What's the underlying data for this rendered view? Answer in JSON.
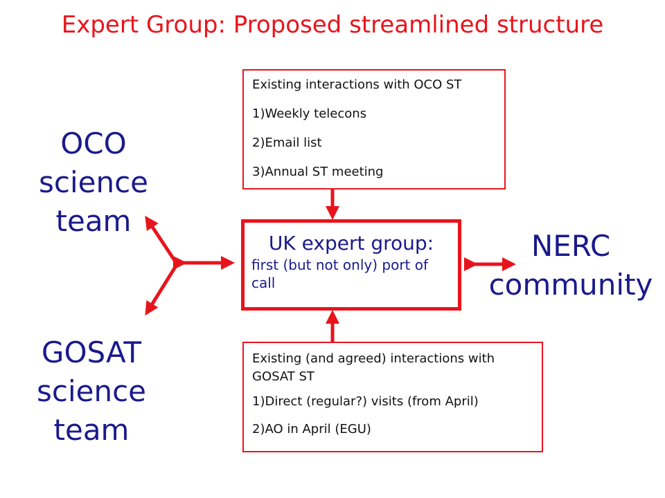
{
  "title": "Expert Group: Proposed streamlined structure",
  "oco_label": [
    "OCO",
    "science",
    "team"
  ],
  "gosat_label": [
    "GOSAT",
    "science",
    "team"
  ],
  "nerc_label": [
    "NERC",
    "community"
  ],
  "center_box": {
    "heading": "UK expert group:",
    "subtext": "first (but not only) port of call"
  },
  "top_box": {
    "heading": "Existing interactions with OCO ST",
    "items": [
      "1)Weekly telecons",
      "2)Email list",
      "3)Annual ST meeting"
    ]
  },
  "bottom_box": {
    "heading": "Existing (and agreed) interactions with GOSAT ST",
    "items": [
      "1)Direct (regular?) visits (from April)",
      "2)AO in April (EGU)"
    ]
  },
  "colors": {
    "title": "#e8141c",
    "arrow": "#e8141c",
    "label": "#1a1a8c"
  }
}
